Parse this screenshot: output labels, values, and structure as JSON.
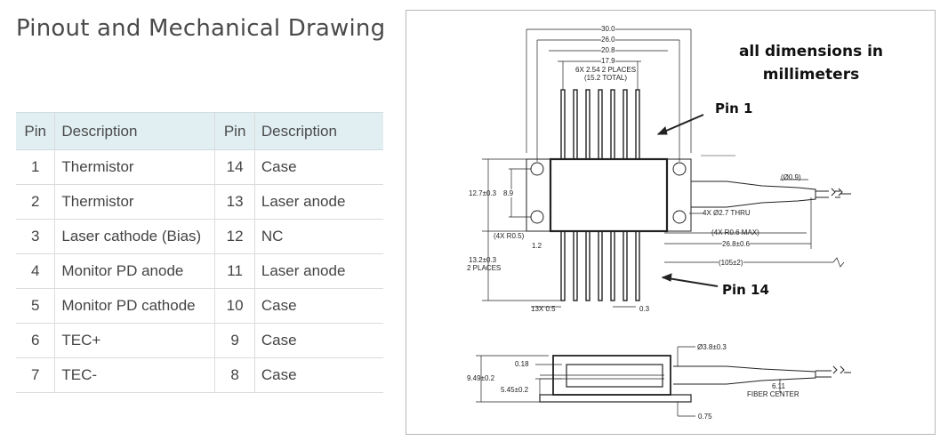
{
  "title": "Pinout and Mechanical Drawing",
  "table": {
    "headers": [
      "Pin",
      "Description",
      "Pin",
      "Description"
    ],
    "rows": [
      {
        "pin_a": "1",
        "desc_a": "Thermistor",
        "pin_b": "14",
        "desc_b": "Case"
      },
      {
        "pin_a": "2",
        "desc_a": "Thermistor",
        "pin_b": "13",
        "desc_b": "Laser anode"
      },
      {
        "pin_a": "3",
        "desc_a": "Laser cathode (Bias)",
        "pin_b": "12",
        "desc_b": "NC"
      },
      {
        "pin_a": "4",
        "desc_a": "Monitor PD anode",
        "pin_b": "11",
        "desc_b": "Laser anode"
      },
      {
        "pin_a": "5",
        "desc_a": "Monitor PD cathode",
        "pin_b": "10",
        "desc_b": "Case"
      },
      {
        "pin_a": "6",
        "desc_a": "TEC+",
        "pin_b": "9",
        "desc_b": "Case"
      },
      {
        "pin_a": "7",
        "desc_a": "TEC-",
        "pin_b": "8",
        "desc_b": "Case"
      }
    ]
  },
  "drawing": {
    "note": "all dimensions in millimeters",
    "pin1_label": "Pin 1",
    "pin14_label": "Pin 14",
    "dims": {
      "d30": "30.0",
      "d26": "26.0",
      "d208": "20.8",
      "d179": "17.9",
      "pitch": "6X 2.54 2 PLACES",
      "pitch_total": "(15.2 TOTAL)",
      "h127": "12.7±0.3",
      "h89": "8.9",
      "r05": "(4X R0.5)",
      "d12": "1.2",
      "h132": "13.2±0.3",
      "places2": "2 PLACES",
      "d09": "(Ø0.9)",
      "thru": "4X Ø2.7 THRU",
      "r06": "(4X R0.6 MAX)",
      "d268": "26.8±0.6",
      "d105": "(105±2)",
      "x05": "13X 0.5",
      "d03": "0.3",
      "d38": "Ø3.8±0.3",
      "d018": "0.18",
      "h949": "9.49±0.2",
      "h545": "5.45±0.2",
      "d611": "6.11",
      "fiber": "FIBER CENTER",
      "d075": "0.75"
    }
  }
}
